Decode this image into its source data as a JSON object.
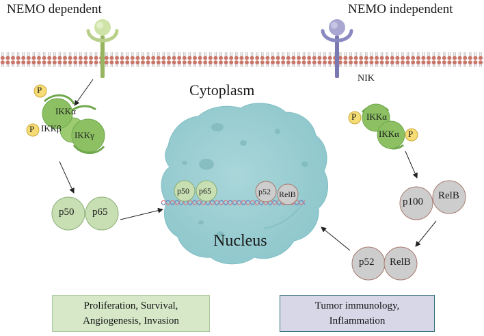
{
  "headers": {
    "left": "NEMO dependent",
    "right": "NEMO independent"
  },
  "compartments": {
    "cytoplasm": "Cytoplasm",
    "nucleus": "Nucleus"
  },
  "kinase": {
    "nik": "NIK"
  },
  "left_complex": {
    "p_top": "P",
    "p_left": "P",
    "ikk_alpha": "IKKα",
    "ikk_beta": "IKKβ",
    "ikk_gamma": "IKKγ"
  },
  "right_complex": {
    "p_left": "P",
    "p_right": "P",
    "ikk_alpha_top": "IKKα",
    "ikk_alpha_bottom": "IKKα"
  },
  "dimers": {
    "canonical": {
      "a": "p50",
      "b": "p65"
    },
    "precursor": {
      "a": "p100",
      "b": "RelB"
    },
    "processed": {
      "a": "p52",
      "b": "RelB"
    },
    "nuclear_canonical": {
      "a": "p50",
      "b": "p65"
    },
    "nuclear_noncanonical": {
      "a": "p52",
      "b": "RelB"
    }
  },
  "outcomes": {
    "left": {
      "line1": "Proliferation, Survival,",
      "line2": "Angiogenesis, Invasion"
    },
    "right": {
      "line1": "Tumor immunology,",
      "line2": "Inflammation"
    }
  },
  "colors": {
    "membrane": "#c9766a",
    "green_receptor": "#cfe2a8",
    "purple_receptor": "#a9a7d2",
    "ikk_green": "#8cc063",
    "phospho_yellow": "#f6dc74",
    "canonical_protein": "#c7dfb3",
    "noncanonical_protein": "#cdcdcd",
    "nucleus": "#9ed0d4",
    "outcome_green": "#d6e8c8",
    "outcome_purple": "#d8d7e8"
  }
}
